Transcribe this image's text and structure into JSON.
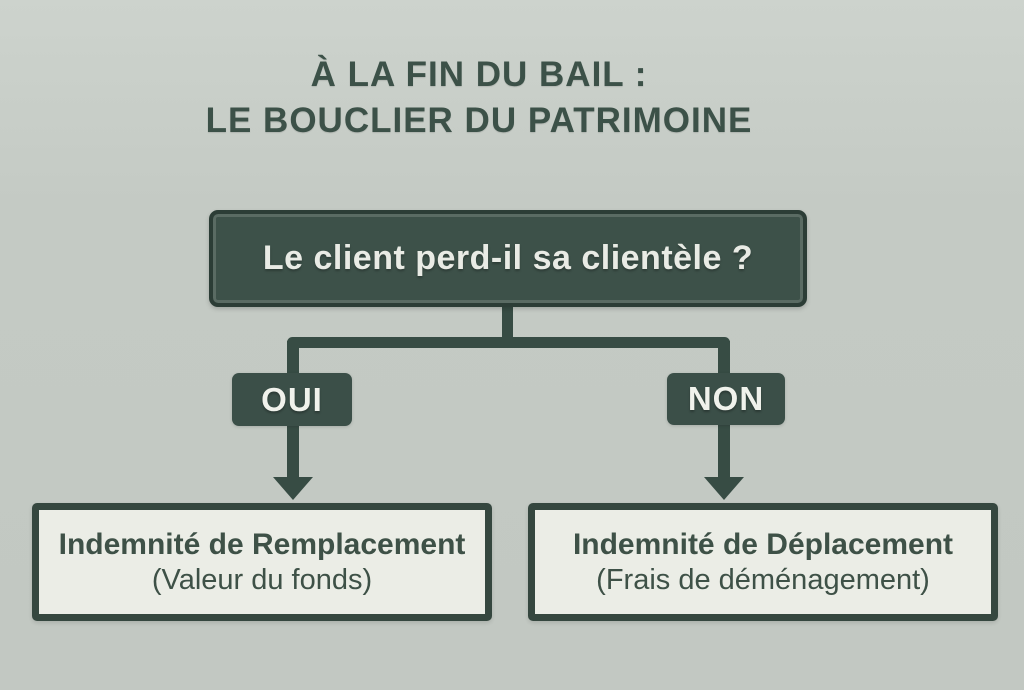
{
  "colors": {
    "background": "#c4cac4",
    "dark_green": "#3d5149",
    "line_green": "#374c44",
    "box_border": "#2c3d36",
    "light_box_fill": "#ebede6",
    "light_text": "#e9ebe5",
    "dark_text": "#3c5148"
  },
  "title": {
    "line1": "À LA FIN DU BAIL :",
    "line2": "LE BOUCLIER DU PATRIMOINE"
  },
  "decision": {
    "question": "Le client perd-il sa clientèle ?"
  },
  "branches": {
    "yes": {
      "label": "OUI",
      "outcome_title": "Indemnité de Remplacement",
      "outcome_subtitle": "(Valeur du fonds)"
    },
    "no": {
      "label": "NON",
      "outcome_title": "Indemnité de Déplacement",
      "outcome_subtitle": "(Frais de déménagement)"
    }
  }
}
